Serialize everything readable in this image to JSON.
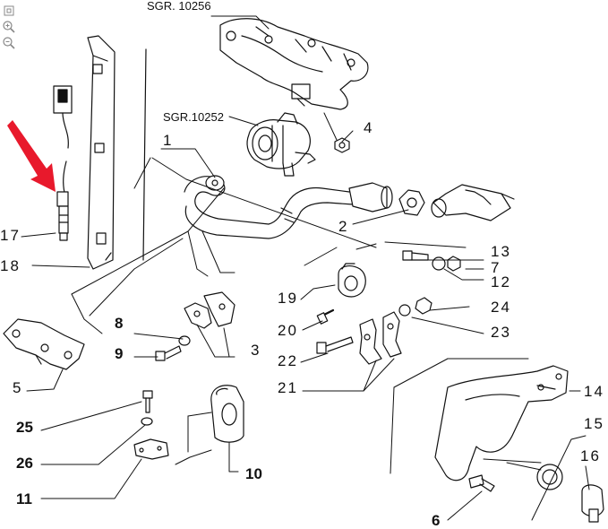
{
  "toolbar": {
    "fit_icon": "fit-to-window-icon",
    "zoom_in_icon": "zoom-in-icon",
    "zoom_out_icon": "zoom-out-icon"
  },
  "diagram": {
    "refs": {
      "manifold": "SGR. 10256",
      "water_pump": "SGR.10252"
    },
    "callouts": {
      "c1": "1",
      "c2": "2",
      "c3": "3",
      "c4": "4",
      "c5": "5",
      "c6": "6",
      "c7": "7",
      "c8": "8",
      "c9": "9",
      "c10": "10",
      "c11": "11",
      "c12": "12",
      "c13": "13",
      "c14": "14",
      "c15": "15",
      "c16": "16",
      "c17": "17",
      "c18": "18",
      "c19": "19",
      "c20": "20",
      "c21": "21",
      "c22": "22",
      "c23": "23",
      "c24": "24",
      "c25": "25",
      "c26": "26"
    },
    "highlight_color": "#e8192c"
  }
}
